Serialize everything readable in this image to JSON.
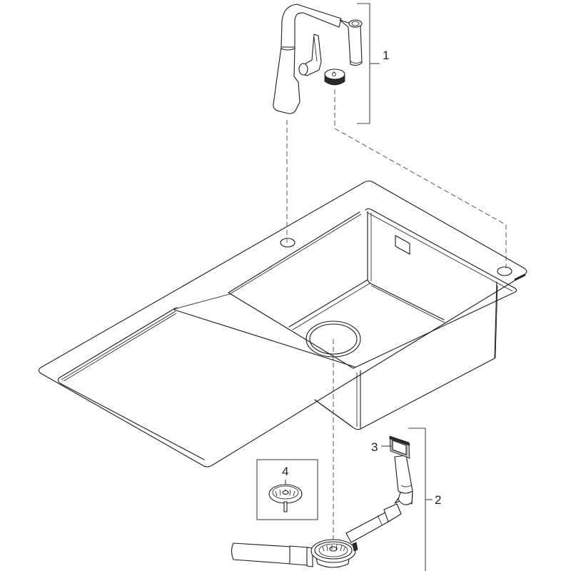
{
  "diagram": {
    "title": "Kitchen sink with pull-out faucet — exploded parts view",
    "callouts": [
      {
        "id": "1",
        "label": "1",
        "part": "pull-out kitchen faucet with remote drain button"
      },
      {
        "id": "2",
        "label": "2",
        "part": "drain / overflow assembly"
      },
      {
        "id": "3",
        "label": "3",
        "part": "overflow cover"
      },
      {
        "id": "4",
        "label": "4",
        "part": "basket strainer"
      }
    ],
    "colors": {
      "line": "#1a1a1a",
      "dash": "#555555",
      "background": "#ffffff"
    }
  }
}
